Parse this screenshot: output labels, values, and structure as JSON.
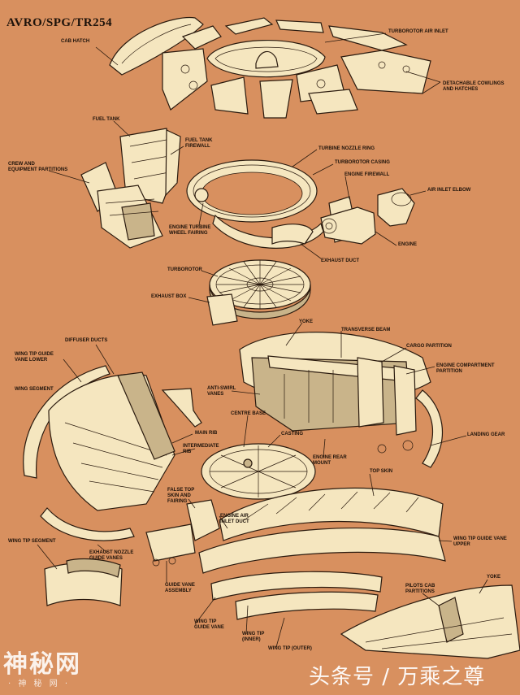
{
  "title": "AVRO/SPG/TR254",
  "labels": {
    "cab_hatch": "CAB HATCH",
    "turborotor_air_inlet": "TURBOROTOR AIR INLET",
    "detachable_cowlings": "DETACHABLE COWLINGS\nAND HATCHES",
    "fuel_tank": "FUEL TANK",
    "fuel_tank_firewall": "FUEL TANK\nFIREWALL",
    "crew_partitions": "CREW AND\nEQUIPMENT PARTITIONS",
    "turbine_nozzle_ring": "TURBINE NOZZLE RING",
    "turborotor_casing": "TURBOROTOR CASING",
    "engine_firewall": "ENGINE FIREWALL",
    "air_inlet_elbow": "AIR INLET ELBOW",
    "engine_turbine_wheel_fairing": "ENGINE TURBINE\nWHEEL FAIRING",
    "engine": "ENGINE",
    "exhaust_duct": "EXHAUST DUCT",
    "turborotor": "TURBOROTOR",
    "exhaust_box": "EXHAUST BOX",
    "yoke_top": "YOKE",
    "transverse_beam": "TRANSVERSE BEAM",
    "cargo_partition": "CARGO PARTITION",
    "engine_compartment_partition": "ENGINE COMPARTMENT\nPARTITION",
    "diffuser_ducts": "DIFFUSER DUCTS",
    "wing_tip_guide_vane_lower": "WING TIP GUIDE\nVANE LOWER",
    "wing_segment": "WING SEGMENT",
    "anti_swirl_vanes": "ANTI-SWIRL\nVANES",
    "centre_base": "CENTRE BASE",
    "casting": "CASTING",
    "landing_gear": "LANDING GEAR",
    "main_rib": "MAIN RIB",
    "intermediate_rib": "INTERMEDIATE\nRIB",
    "engine_rear_mount": "ENGINE REAR\nMOUNT",
    "top_skin": "TOP SKIN",
    "false_top_skin": "FALSE TOP\nSKIN AND\nFAIRING",
    "engine_air_inlet_duct": "ENGINE AIR\nINLET DUCT",
    "wing_tip_segment": "WING TIP SEGMENT",
    "exhaust_nozzle_guide_vanes": "EXHAUST NOZZLE\nGUIDE VANES",
    "wing_tip_guide_vane_upper": "WING TIP GUIDE VANE\nUPPER",
    "pilots_cab_partitions": "PILOTS CAB\nPARTITIONS",
    "yoke_bottom": "YOKE",
    "guide_vane_assembly": "GUIDE VANE\nASSEMBLY",
    "wing_tip_guide_vane": "WING TIP\nGUIDE VANE",
    "wing_tip_inner": "WING TIP\n(INNER)",
    "wing_tip_outer": "WING TIP (OUTER)"
  },
  "watermarks": {
    "left": "神秘网",
    "left_sub": "· 神 秘 网 ·",
    "right": "头条号 / 万乘之尊"
  },
  "colors": {
    "background": "#d8905f",
    "part_fill": "#f5e6bf",
    "line": "#2a1a0e"
  }
}
